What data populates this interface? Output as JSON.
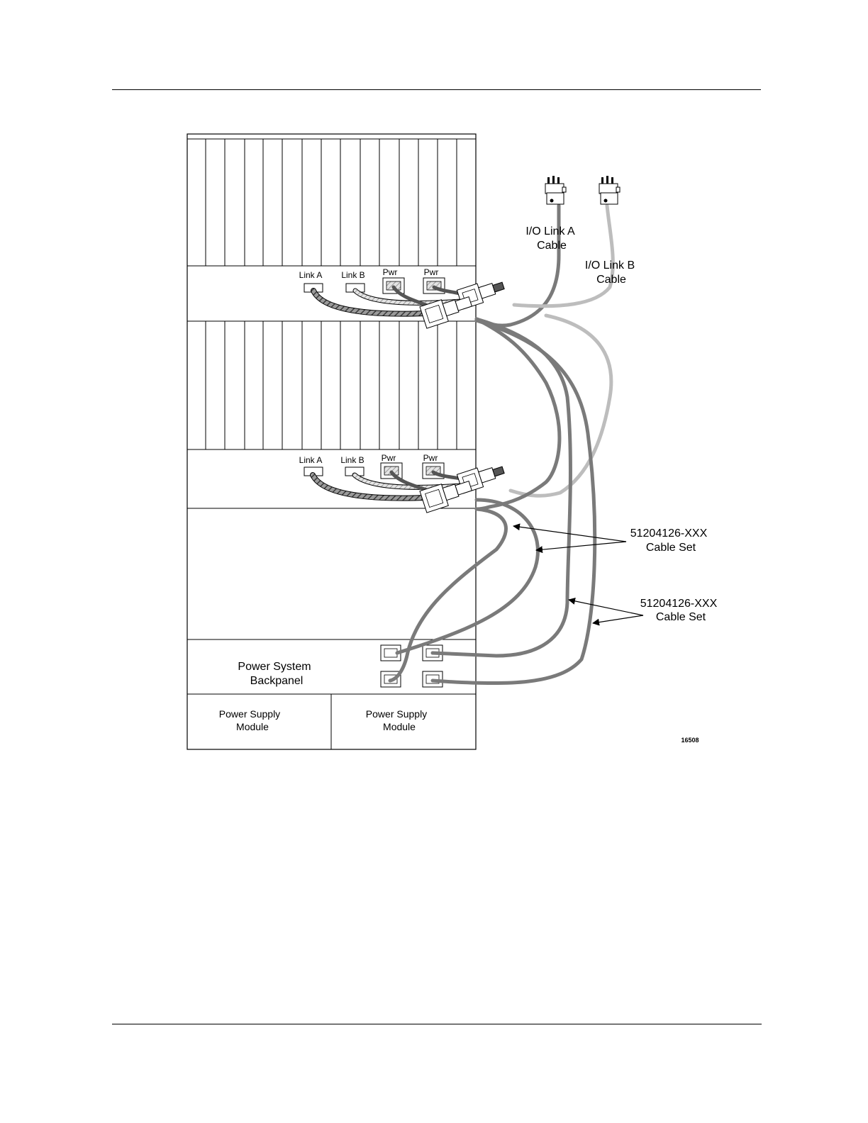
{
  "figure": {
    "figure_id": "16508",
    "upper_file": {
      "port_labels": [
        "Link A",
        "Link B",
        "Pwr",
        "Pwr"
      ]
    },
    "lower_file": {
      "port_labels": [
        "Link A",
        "Link B",
        "Pwr",
        "Pwr"
      ]
    },
    "power_backpanel_label": [
      "Power System",
      "Backpanel"
    ],
    "power_supplies": [
      {
        "label": [
          "Power Supply",
          "Module"
        ]
      },
      {
        "label": [
          "Power Supply",
          "Module"
        ]
      }
    ],
    "callouts": {
      "io_link_a": [
        "I/O Link A",
        "Cable"
      ],
      "io_link_b": [
        "I/O Link B",
        "Cable"
      ],
      "cable_set_1": [
        "51204126-XXX",
        "Cable Set"
      ],
      "cable_set_2": [
        "51204126-XXX",
        "Cable Set"
      ]
    },
    "colors": {
      "line": "#000000",
      "cable_dark": "#7a7a7a",
      "cable_light": "#bdbdbd",
      "link_a_hatch": "#6a6a6a",
      "link_b_hatch": "#b8b8b8"
    }
  }
}
